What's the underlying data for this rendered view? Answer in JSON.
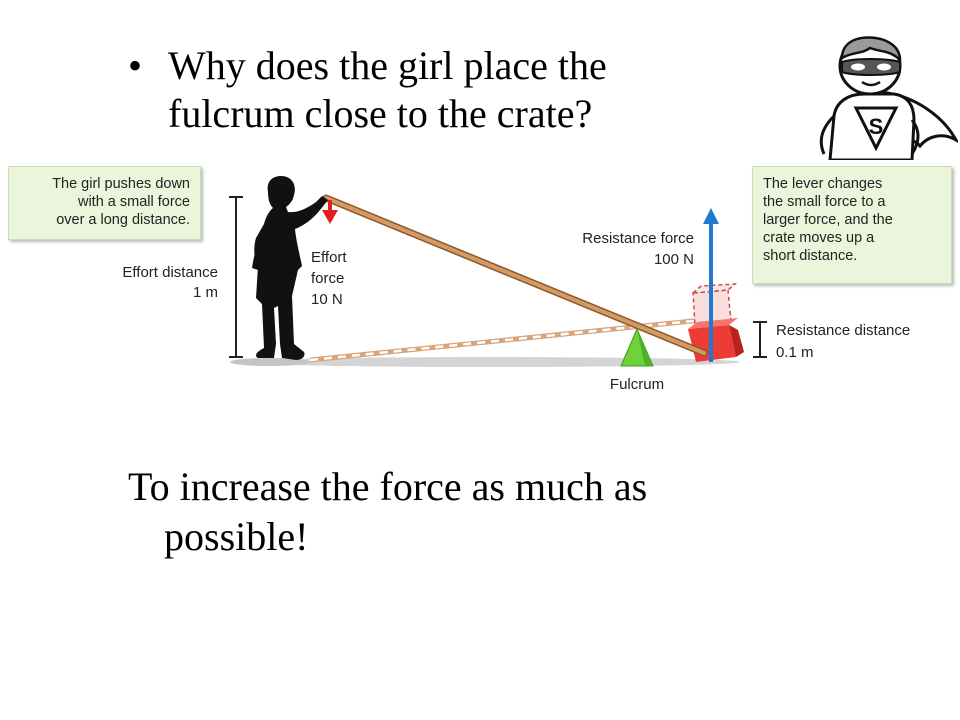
{
  "slide": {
    "bullet_char": "•",
    "question_lines": [
      "Why does the girl place the",
      "fulcrum close to the crate?"
    ],
    "answer_lines": [
      "To increase the force as much as",
      "possible!"
    ]
  },
  "diagram": {
    "left_callout_lines": [
      "The girl pushes down",
      "with a small force",
      "over a long distance."
    ],
    "right_callout_lines": [
      "The lever changes",
      "the small force to a",
      "larger force, and the",
      "crate moves up a",
      "short distance."
    ],
    "effort_distance_label": "Effort distance",
    "effort_distance_value": "1 m",
    "effort_force_lines": [
      "Effort",
      "force",
      "10 N"
    ],
    "resistance_force_label": "Resistance force",
    "resistance_force_value": "100 N",
    "resistance_distance_label": "Resistance distance",
    "resistance_distance_value": "0.1 m",
    "fulcrum_label": "Fulcrum",
    "hero_emblem": "S"
  },
  "colors": {
    "lever": "#c8915c",
    "effort_arrow": "#e02020",
    "resistance_arrow": "#1f78d1",
    "fulcrum": "#6fd23c",
    "crate": "#ee3b34",
    "callout_bg": "#eaf5db"
  },
  "icons": [
    "girl-silhouette-icon",
    "superhero-kid-icon",
    "fulcrum-triangle-icon",
    "crate-icon"
  ]
}
